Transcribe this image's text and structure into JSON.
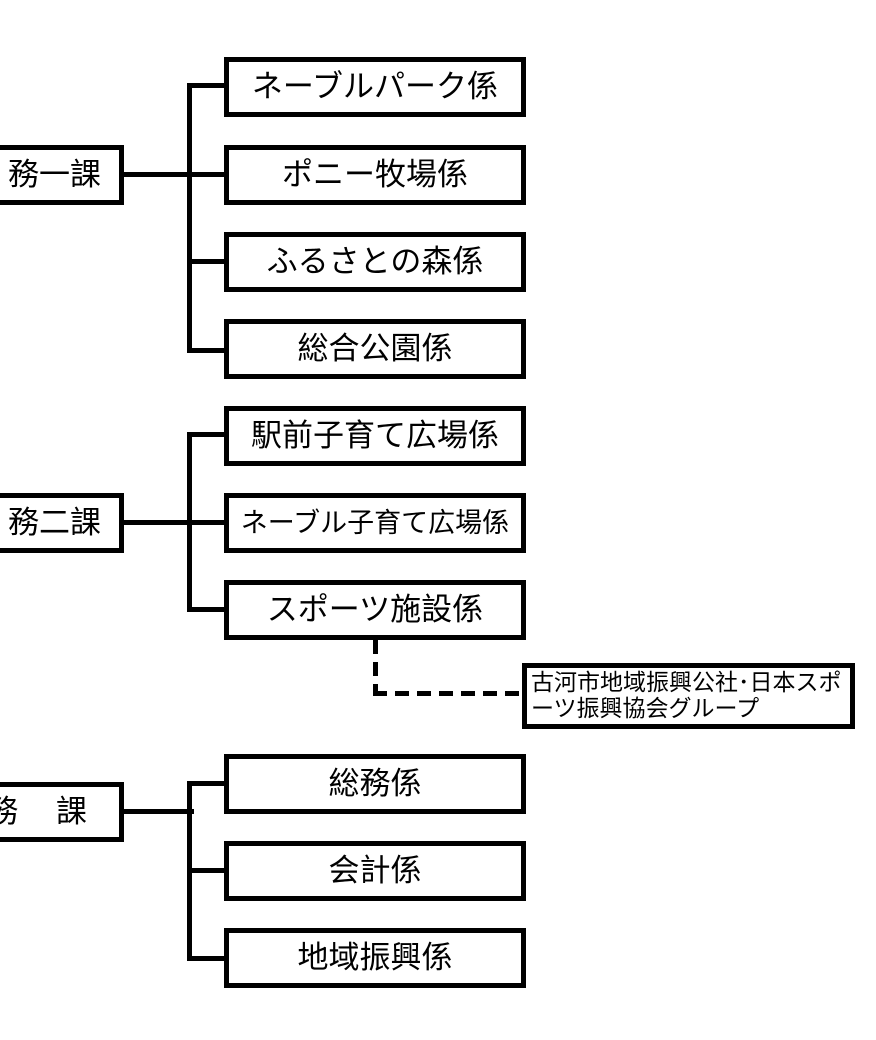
{
  "departments": [
    {
      "name": "務一課",
      "units": [
        "ネーブルパーク係",
        "ポニー牧場係",
        "ふるさとの森係",
        "総合公園係"
      ]
    },
    {
      "name": "務二課",
      "units": [
        "駅前子育て広場係",
        "ネーブル子育て広場係",
        "スポーツ施設係"
      ],
      "partner": "古河市地域振興公社･日本スポーツ振興協会グループ"
    },
    {
      "name": "総 務 課",
      "units": [
        "総務係",
        "会計係",
        "地域振興係"
      ]
    }
  ]
}
